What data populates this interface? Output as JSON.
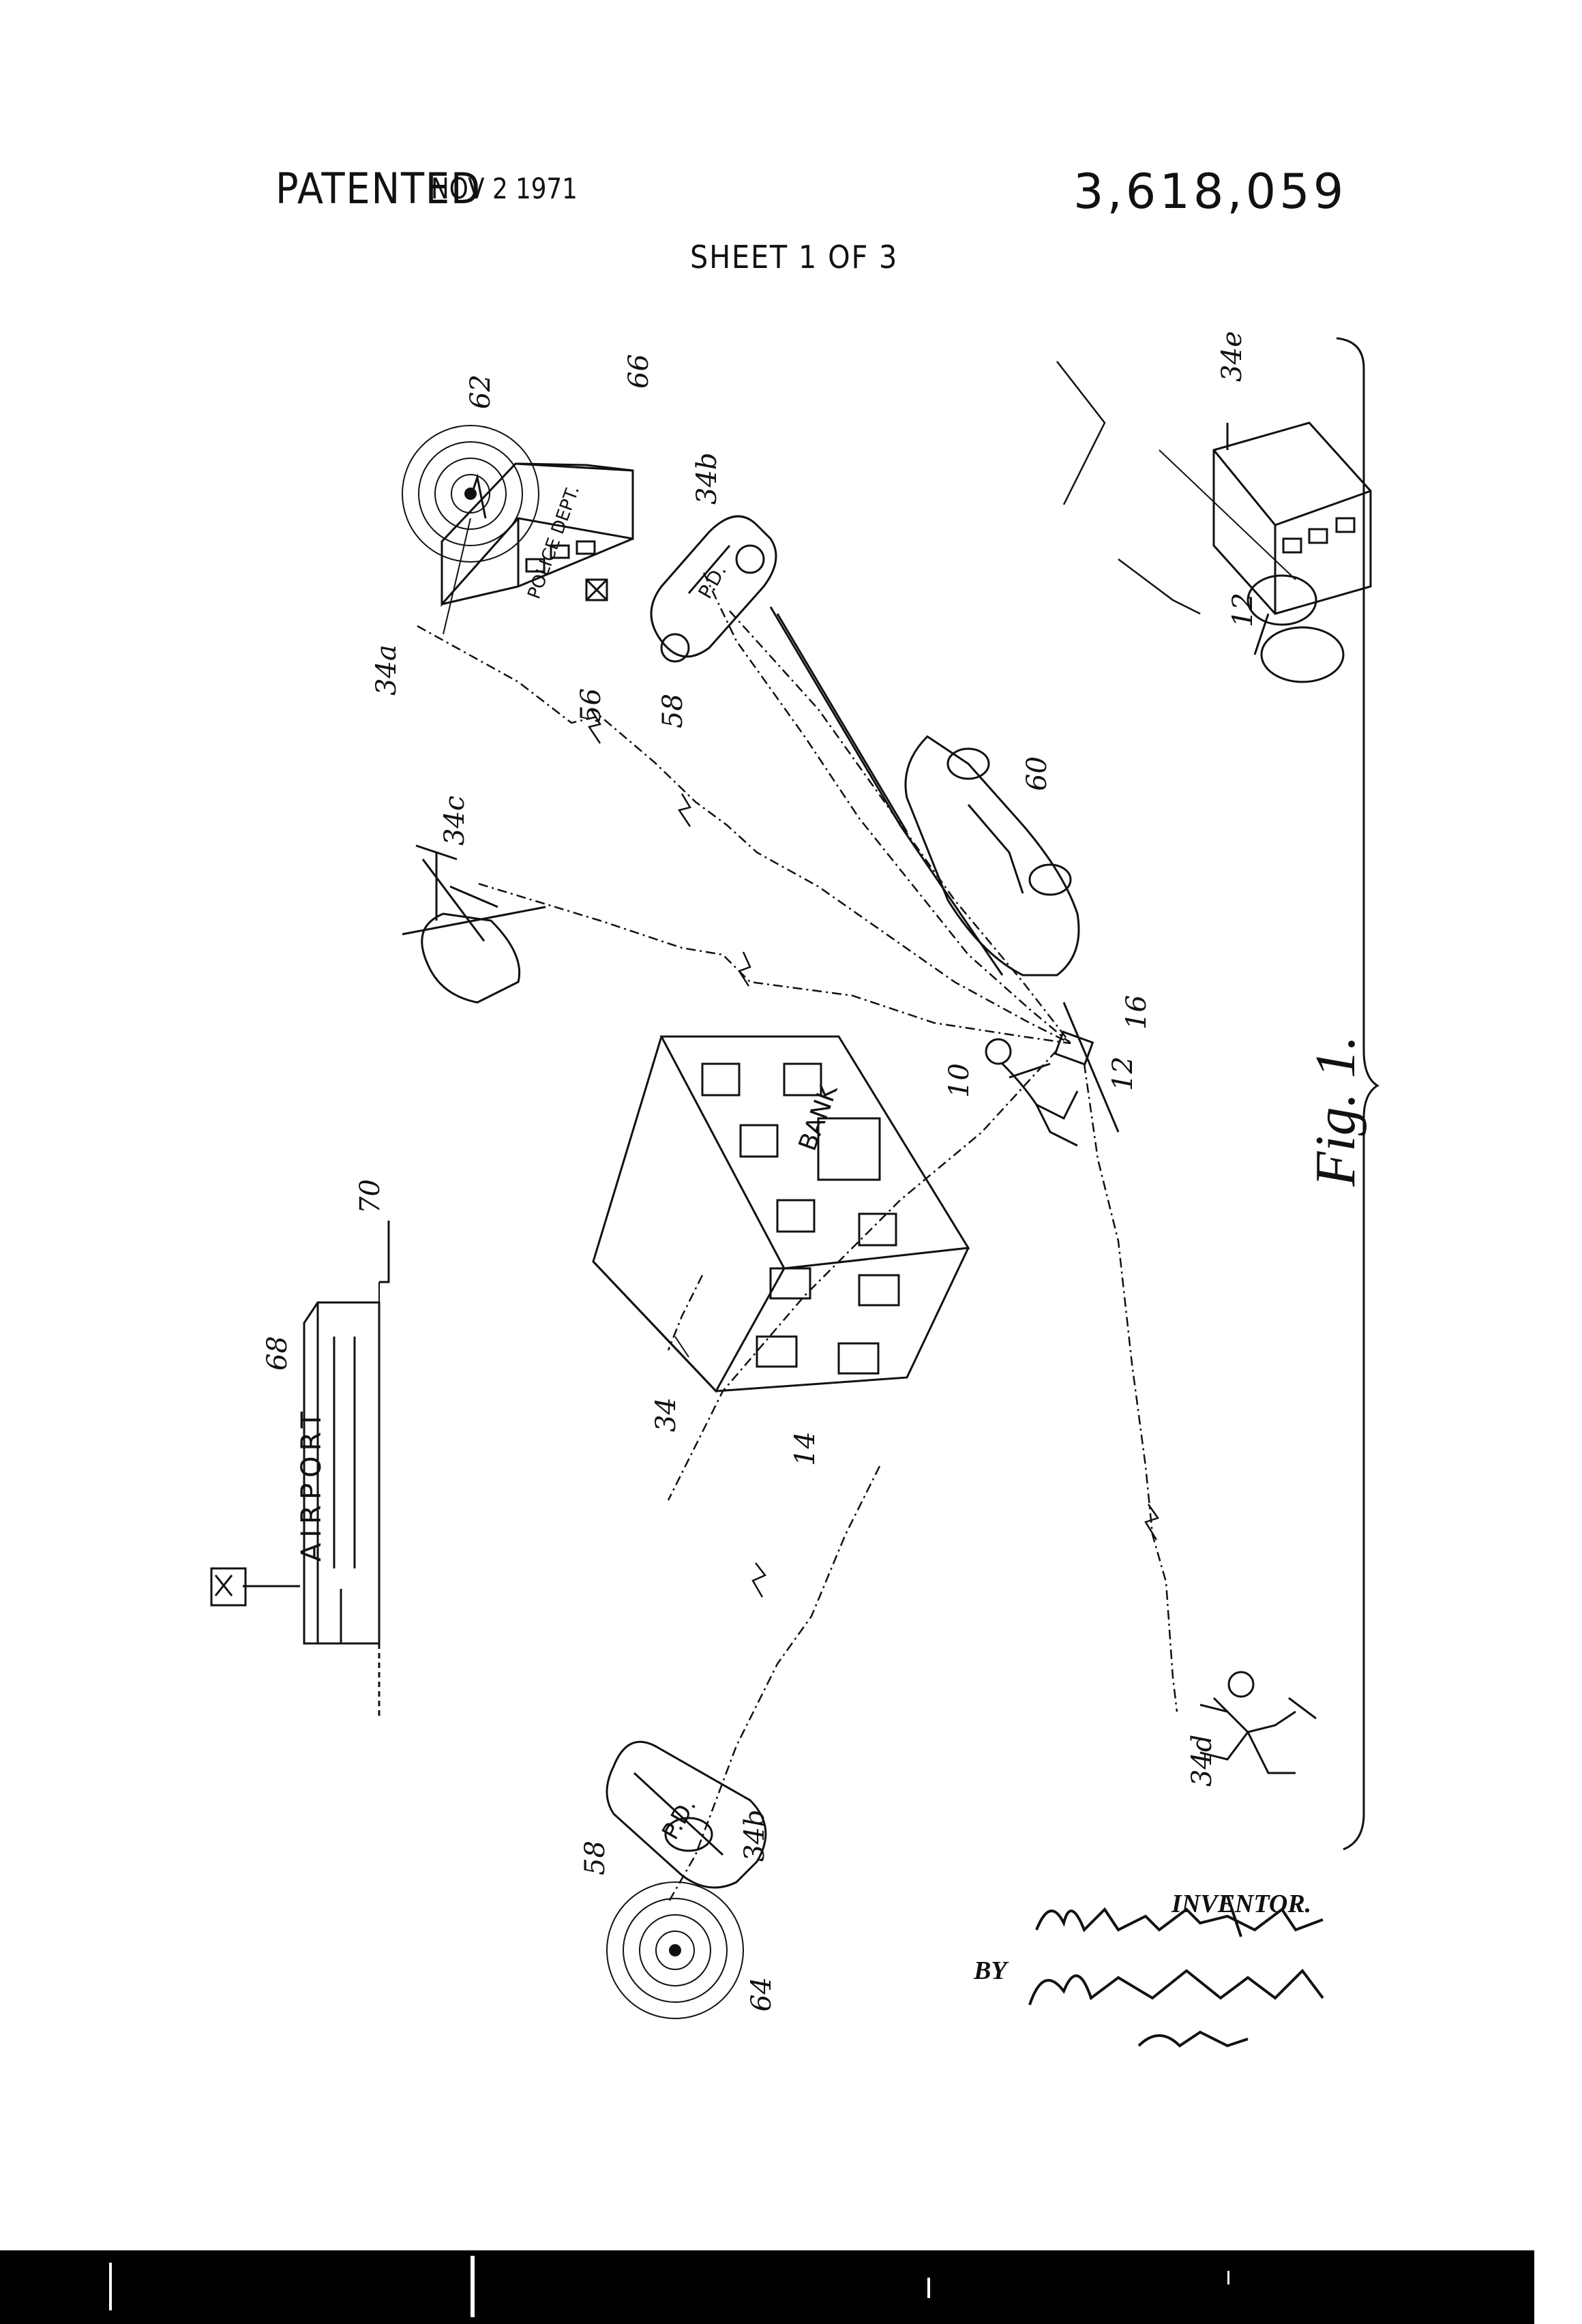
{
  "header": {
    "patented": "PATENTED",
    "date": "NOV 2 1971",
    "patent_number": "3,618,059",
    "sheet": "SHEET 1 OF 3"
  },
  "figure": {
    "caption": "Fig. 1.",
    "labels": {
      "ref_10": "10",
      "ref_12": "12",
      "ref_16": "16",
      "ref_14": "14",
      "ref_34": "34",
      "ref_34a": "34a",
      "ref_34b_top": "34b",
      "ref_34c": "34c",
      "ref_34d": "34d",
      "ref_34e": "34e",
      "ref_34b_bottom": "34b",
      "ref_56": "56",
      "ref_58_top": "58",
      "ref_58_bottom": "58",
      "ref_60": "60",
      "ref_62": "62",
      "ref_64": "64",
      "ref_66": "66",
      "ref_68": "68",
      "ref_70": "70",
      "ref_12_right": "12"
    },
    "signs": {
      "airport": "AIRPORT",
      "bank": "BANK",
      "police_dept": "POLICE DEPT.",
      "pd_car_top": "P.D.",
      "pd_car_bottom": "P.D."
    }
  },
  "footer": {
    "inventor_label": "INVENTOR.",
    "by_label": "BY",
    "signature_inventor": "Milton F. Allen",
    "signature_attorney": "W. H. Finckel Jr.",
    "signature_atty": "atty."
  }
}
